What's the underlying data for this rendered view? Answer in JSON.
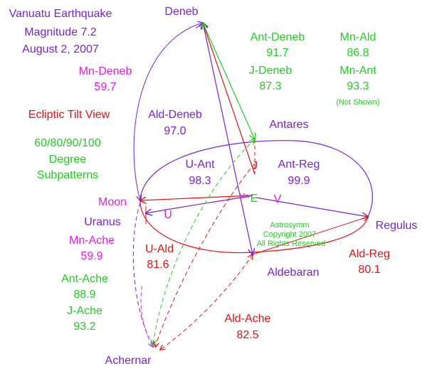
{
  "colors": {
    "purple": "#7a22d6",
    "magenta": "#e020e0",
    "green": "#22cc22",
    "red": "#e01414"
  },
  "header": {
    "title_line1": "Vanuatu Earthquake",
    "title_line2": "Magnitude 7.2",
    "title_line3": "August 2, 2007"
  },
  "view": {
    "title": "Ecliptic Tilt View",
    "subpatterns_line1": "60/80/90/100",
    "subpatterns_line2": "Degree",
    "subpatterns_line3": "Subpatterns"
  },
  "bodies": {
    "deneb": "Deneb",
    "antares": "Antares",
    "moon": "Moon",
    "uranus": "Uranus",
    "regulus": "Regulus",
    "aldebaran": "Aldebaran",
    "achernar": "Achernar"
  },
  "markers": {
    "jupiter": "J",
    "earth": "E",
    "mn": "Mn",
    "venus": "V",
    "uranus": "U"
  },
  "angles": {
    "mn_deneb": {
      "label": "Mn-Deneb",
      "value": "59.7"
    },
    "ald_deneb": {
      "label": "Ald-Deneb",
      "value": "97.0"
    },
    "ant_deneb": {
      "label": "Ant-Deneb",
      "value": "91.7"
    },
    "j_deneb": {
      "label": "J-Deneb",
      "value": "87.3"
    },
    "mn_ald": {
      "label": "Mn-Ald",
      "value": "86.8"
    },
    "mn_ant": {
      "label": "Mn-Ant",
      "value": "93.3",
      "note": "(Not Shown)"
    },
    "u_ant": {
      "label": "U-Ant",
      "value": "98.3"
    },
    "ant_reg": {
      "label": "Ant-Reg",
      "value": "99.9"
    },
    "mn_ache": {
      "label": "Mn-Ache",
      "value": "59.9"
    },
    "u_ald": {
      "label": "U-Ald",
      "value": "81.6"
    },
    "ald_reg": {
      "label": "Ald-Reg",
      "value": "80.1"
    },
    "ant_ache": {
      "label": "Ant-Ache",
      "value": "88.9"
    },
    "j_ache": {
      "label": "J-Ache",
      "value": "93.2"
    },
    "ald_ache": {
      "label": "Ald-Ache",
      "value": "82.5"
    }
  },
  "copyright": {
    "line1": "Astrosymm",
    "line2": "Copyright 2007",
    "line3": "All Rights Reserved"
  }
}
